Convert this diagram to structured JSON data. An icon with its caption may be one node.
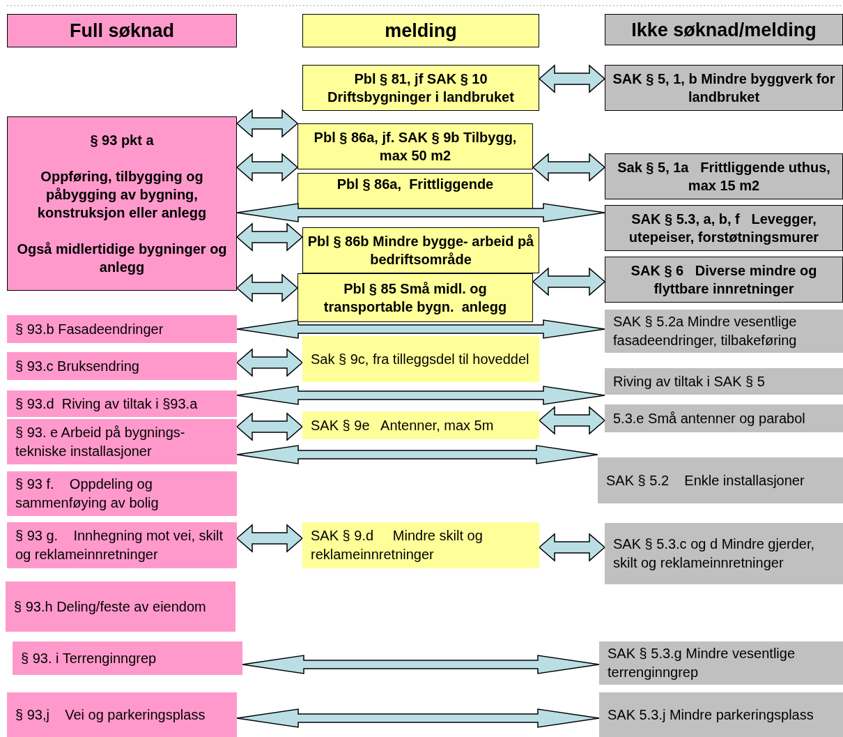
{
  "diagram": {
    "nodes": [
      {
        "text": [
          "Full søknad"
        ]
      },
      {
        "text": [
          "melding"
        ]
      },
      {
        "text": [
          "Ikke søknad/melding"
        ]
      },
      {
        "text": [
          "Pbl § 81, jf SAK § 10 Driftsbygninger i landbruket"
        ]
      },
      {
        "text": [
          "SAK § 5, 1, b Mindre byggverk for landbruket"
        ]
      },
      {
        "text": [
          "§ 93 pkt a",
          "Oppføring, tilbygging og påbygging av bygning, konstruksjon eller anlegg",
          "Også midlertidige bygninger og anlegg"
        ]
      },
      {
        "text": [
          "Pbl § 86a, jf. SAK § 9b Tilbygg,  max 50 m2"
        ]
      },
      {
        "text": [
          "Sak § 5, 1a   Frittliggende uthus, max 15 m2"
        ]
      },
      {
        "text": [
          "Pbl § 86a,  Frittliggende"
        ]
      },
      {
        "text": [
          "SAK § 5.3, a, b, f   Levegger, utepeiser, forstøtningsmurer"
        ]
      },
      {
        "text": [
          "Pbl § 86b Mindre bygge- arbeid på bedriftsområde"
        ]
      },
      {
        "text": [
          "SAK § 6   Diverse mindre og flyttbare innretninger"
        ]
      },
      {
        "text": [
          "Pbl § 85 Små midl. og transportable bygn.  anlegg"
        ]
      },
      {
        "text": [
          "§ 93.b Fasadeendringer"
        ]
      },
      {
        "text": [
          "SAK § 5.2a Mindre vesentlige fasadeendringer, tilbakeføring"
        ]
      },
      {
        "text": [
          "§ 93.c Bruksendring"
        ]
      },
      {
        "text": [
          "Sak § 9c, fra tilleggsdel til hoveddel"
        ]
      },
      {
        "text": [
          "Riving av tiltak i SAK § 5"
        ]
      },
      {
        "text": [
          "§ 93.d  Riving av tiltak i §93.a"
        ]
      },
      {
        "text": [
          "§ 93. e Arbeid på bygnings- tekniske installasjoner"
        ]
      },
      {
        "text": [
          "SAK § 9e   Antenner, max 5m"
        ]
      },
      {
        "text": [
          "5.3.e Små antenner og parabol"
        ]
      },
      {
        "text": [
          "SAK § 5.2    Enkle installasjoner"
        ]
      },
      {
        "text": [
          "§ 93 f.    Oppdeling og sammenføying av bolig"
        ]
      },
      {
        "text": [
          "§ 93 g.    Innhegning mot vei, skilt og reklameinnretninger"
        ]
      },
      {
        "text": [
          "SAK § 9.d     Mindre skilt og reklameinnretninger"
        ]
      },
      {
        "text": [
          "SAK § 5.3.c og d Mindre gjerder, skilt og reklameinnretninger"
        ]
      },
      {
        "text": [
          "§ 93.h Deling/feste av eiendom"
        ]
      },
      {
        "text": [
          "§ 93. i Terrenginngrep"
        ]
      },
      {
        "text": [
          "SAK § 5.3.g Mindre vesentlige terrenginngrep"
        ]
      },
      {
        "text": [
          "§ 93,j    Vei og parkeringsplass"
        ]
      },
      {
        "text": [
          "SAK 5.3.j Mindre parkeringsplass"
        ]
      }
    ],
    "edges": [
      {
        "from": 3,
        "to": 4,
        "arrow": "both"
      },
      {
        "from": 5,
        "to": 6,
        "arrow": "both"
      },
      {
        "from": 5,
        "to": 8,
        "arrow": "both"
      },
      {
        "from": 6,
        "to": 7,
        "arrow": "both"
      },
      {
        "from": 5,
        "to": 9,
        "arrow": "both"
      },
      {
        "from": 5,
        "to": 10,
        "arrow": "both"
      },
      {
        "from": 5,
        "to": 12,
        "arrow": "both"
      },
      {
        "from": 12,
        "to": 11,
        "arrow": "both"
      },
      {
        "from": 13,
        "to": 14,
        "arrow": "both"
      },
      {
        "from": 15,
        "to": 16,
        "arrow": "both"
      },
      {
        "from": 18,
        "to": 17,
        "arrow": "both"
      },
      {
        "from": 19,
        "to": 20,
        "arrow": "both"
      },
      {
        "from": 20,
        "to": 21,
        "arrow": "both"
      },
      {
        "from": 19,
        "to": 22,
        "arrow": "both"
      },
      {
        "from": 24,
        "to": 25,
        "arrow": "both"
      },
      {
        "from": 25,
        "to": 26,
        "arrow": "both"
      },
      {
        "from": 28,
        "to": 29,
        "arrow": "both"
      },
      {
        "from": 30,
        "to": 31,
        "arrow": "both"
      }
    ]
  }
}
